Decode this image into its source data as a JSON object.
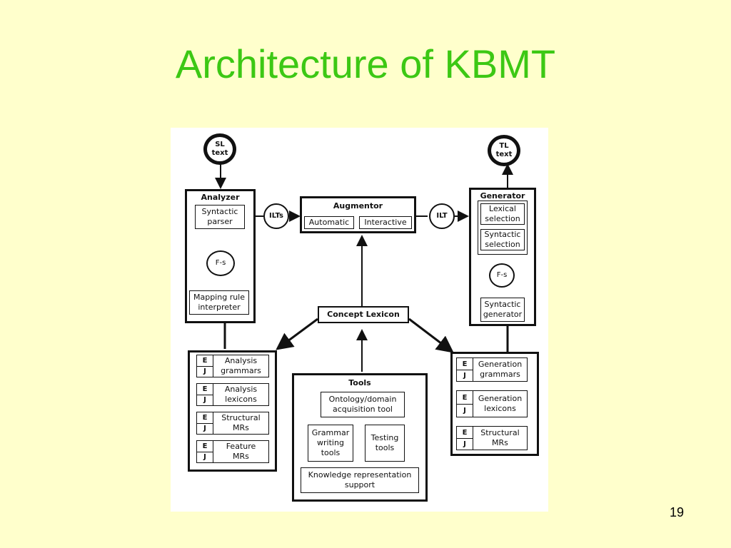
{
  "slide": {
    "title": "Architecture of KBMT",
    "page_number": "19"
  },
  "diagram": {
    "sl_text": "SL\ntext",
    "tl_text": "TL\ntext",
    "analyzer": {
      "title": "Analyzer",
      "syntactic_parser": "Syntactic\nparser",
      "fs": "F-s",
      "mapping_rule": "Mapping rule\ninterpreter"
    },
    "ilts": "ILTs",
    "ilt": "ILT",
    "augmentor": {
      "title": "Augmentor",
      "automatic": "Automatic",
      "interactive": "Interactive"
    },
    "generator": {
      "title": "Generator",
      "lexical_selection": "Lexical\nselection",
      "syntactic_selection": "Syntactic\nselection",
      "fs": "F-s",
      "syntactic_generator": "Syntactic\ngenerator"
    },
    "concept_lexicon": "Concept  Lexicon",
    "analysis_resources": [
      {
        "e": "E",
        "j": "J",
        "name": "Analysis\ngrammars"
      },
      {
        "e": "E",
        "j": "J",
        "name": "Analysis\nlexicons"
      },
      {
        "e": "E",
        "j": "J",
        "name": "Structural\nMRs"
      },
      {
        "e": "E",
        "j": "J",
        "name": "Feature\nMRs"
      }
    ],
    "generation_resources": [
      {
        "e": "E",
        "j": "J",
        "name": "Generation\ngrammars"
      },
      {
        "e": "E",
        "j": "J",
        "name": "Generation\nlexicons"
      },
      {
        "e": "E",
        "j": "J",
        "name": "Structural\nMRs"
      }
    ],
    "tools": {
      "title": "Tools",
      "ontology": "Ontology/domain\nacquisition   tool",
      "grammar": "Grammar\nwriting\ntools",
      "testing": "Testing\ntools",
      "knowledge": "Knowledge  representation\nsupport"
    }
  }
}
